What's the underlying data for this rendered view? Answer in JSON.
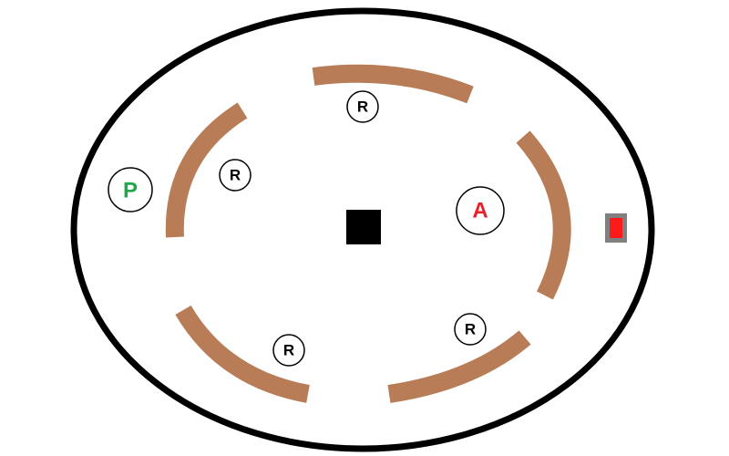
{
  "arena": {
    "border_color": "#000000",
    "floor_color": "#ffffff"
  },
  "walls": {
    "color": "#b87c57",
    "count": 5
  },
  "center_block": {
    "color": "#000000"
  },
  "exit": {
    "frame_color": "#808080",
    "fill_color": "#ff1a1a"
  },
  "tokens": {
    "player": {
      "label": "P",
      "color": "#22a64a"
    },
    "agent": {
      "label": "A",
      "color": "#e8202a"
    },
    "robots": [
      {
        "label": "R"
      },
      {
        "label": "R"
      },
      {
        "label": "R"
      },
      {
        "label": "R"
      }
    ]
  }
}
